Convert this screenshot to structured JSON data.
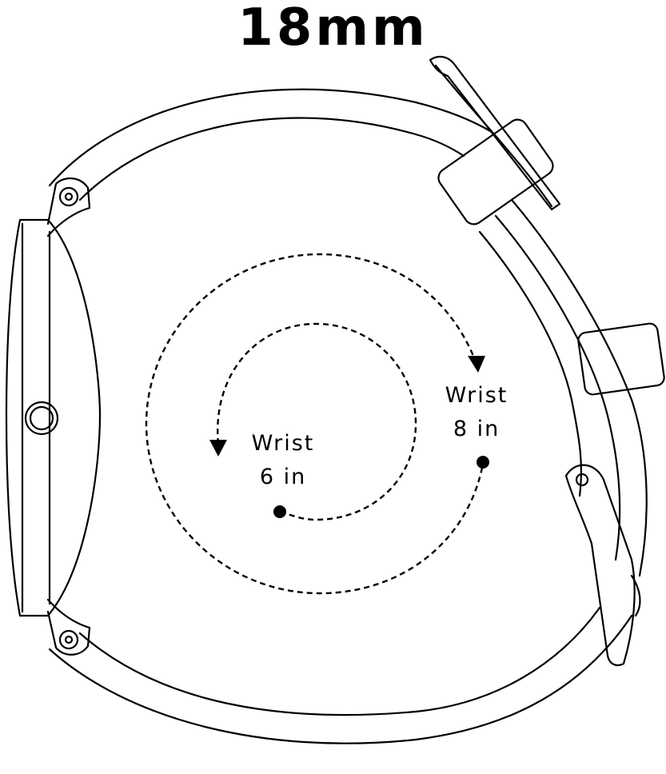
{
  "title": "18mm",
  "wrist_small": {
    "line1": "Wrist",
    "line2": "6 in"
  },
  "wrist_large": {
    "line1": "Wrist",
    "line2": "8 in"
  },
  "colors": {
    "line": "#000000",
    "background": "#ffffff"
  }
}
